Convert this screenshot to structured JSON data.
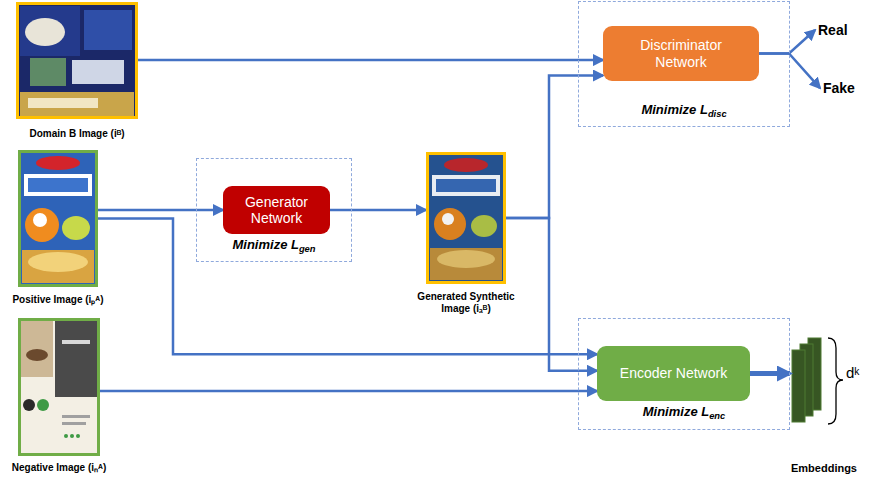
{
  "diagram": {
    "nodes": [
      {
        "text": [
          "Domain B Image (iᴮ)"
        ]
      },
      {
        "text": [
          "Minimize Ldisc"
        ]
      },
      {
        "text": [
          "Discriminator Network"
        ],
        "in": 1
      },
      {
        "text": [
          "Real"
        ]
      },
      {
        "text": [
          "Fake"
        ]
      },
      {
        "text": [
          "Positive Image (iₚᴬ)"
        ]
      },
      {
        "text": [
          "Minimize Lgen"
        ]
      },
      {
        "text": [
          "Generator Network"
        ],
        "in": 6
      },
      {
        "text": [
          "Generated Synthetic Image (iₐᴮ)"
        ]
      },
      {
        "text": [
          "Negative Image (iₙᴬ)"
        ]
      },
      {
        "text": [
          "Minimize Lenc"
        ]
      },
      {
        "text": [
          "Encoder Network"
        ],
        "in": 10
      },
      {
        "text": [
          "dᵏ",
          "Embeddings"
        ]
      }
    ],
    "edges": [
      {
        "from": 0,
        "to": 2,
        "arrow": "to"
      },
      {
        "from": 5,
        "to": 7,
        "arrow": "to"
      },
      {
        "from": 7,
        "to": 8,
        "arrow": "to"
      },
      {
        "from": 8,
        "to": 2,
        "arrow": "to"
      },
      {
        "from": 8,
        "to": 11,
        "arrow": "to"
      },
      {
        "from": 5,
        "to": 11,
        "arrow": "to"
      },
      {
        "from": 9,
        "to": 11,
        "arrow": "to"
      },
      {
        "from": 11,
        "to": 12,
        "arrow": "to"
      },
      {
        "from": 2,
        "to": 3,
        "arrow": "to"
      },
      {
        "from": 2,
        "to": 4,
        "arrow": "to"
      }
    ]
  }
}
